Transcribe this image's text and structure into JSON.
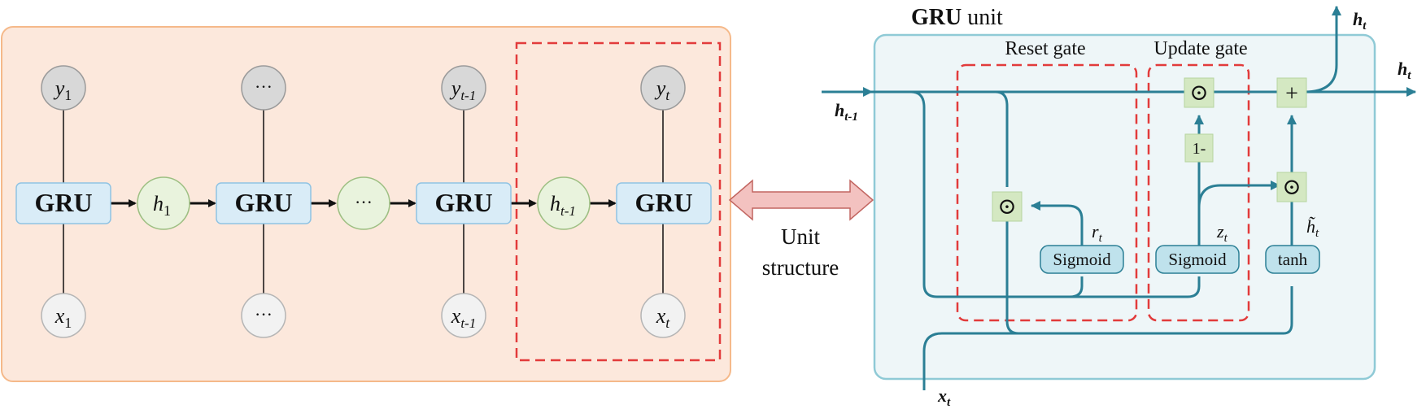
{
  "colors": {
    "left_panel_fill": "#fce8dc",
    "left_panel_stroke": "#f5b98a",
    "right_panel_fill": "#eef6f8",
    "right_panel_stroke": "#8fcad6",
    "gru_fill": "#d9ecf7",
    "gru_stroke": "#8fc3e3",
    "hidden_fill": "#e9f3dd",
    "hidden_stroke": "#9dbf82",
    "output_fill": "#d8d8d8",
    "input_fill": "#f2f2f2",
    "dashed_red": "#e23b3b",
    "teal_line": "#2b7f95",
    "op_fill": "#d4e8c2",
    "act_fill": "#bfe2ec",
    "arrow_fill": "#f3c2c0",
    "arrow_stroke": "#c26560"
  },
  "chain": {
    "gru_label": "GRU",
    "outputs": [
      {
        "base": "y",
        "sub": "1"
      },
      {
        "base": "···",
        "sub": ""
      },
      {
        "base": "y",
        "sub": "t-1"
      },
      {
        "base": "y",
        "sub": "t"
      }
    ],
    "inputs": [
      {
        "base": "x",
        "sub": "1"
      },
      {
        "base": "···",
        "sub": ""
      },
      {
        "base": "x",
        "sub": "t-1"
      },
      {
        "base": "x",
        "sub": "t"
      }
    ],
    "hidden": [
      {
        "base": "h",
        "sub": "1"
      },
      {
        "base": "···",
        "sub": ""
      },
      {
        "base": "h",
        "sub": "t-1"
      }
    ]
  },
  "middle": {
    "line1": "Unit",
    "line2": "structure"
  },
  "gru_unit": {
    "title_bold": "GRU",
    "title_rest": " unit",
    "reset_gate_label": "Reset gate",
    "update_gate_label": "Update gate",
    "sigmoid_label": "Sigmoid",
    "tanh_label": "tanh",
    "one_minus_label": "1-",
    "odot_symbol": "⊙",
    "plus_symbol": "+",
    "r_base": "r",
    "r_sub": "t",
    "z_base": "z",
    "z_sub": "t",
    "htilde_base": "h̃",
    "htilde_sub": "t",
    "hprev_base": "h",
    "hprev_sub": "t-1",
    "ht_base": "h",
    "ht_sub": "t",
    "xt_base": "x",
    "xt_sub": "t"
  }
}
